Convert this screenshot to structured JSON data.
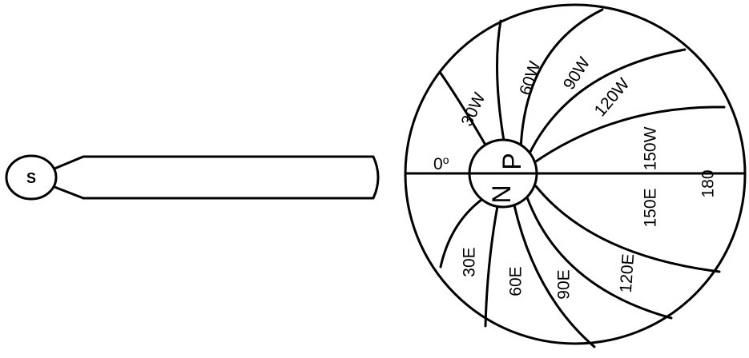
{
  "diagram": {
    "magnet_pole_label": "S",
    "globe_pole_upper": "P",
    "globe_pole_lower": "N",
    "prime_meridian": "0",
    "degree_mark": "o",
    "antimeridian": "180",
    "west_meridians": [
      "30W",
      "60W",
      "90W",
      "120W",
      "150W"
    ],
    "east_meridians": [
      "30E",
      "60E",
      "90E",
      "120E",
      "150E"
    ]
  }
}
